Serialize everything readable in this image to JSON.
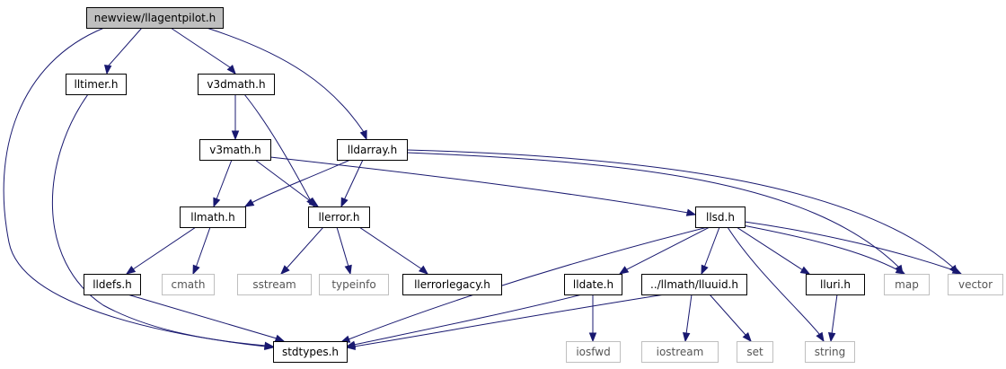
{
  "colors": {
    "root_fill": "#bfbfbf",
    "node_fill": "#ffffff",
    "node_border": "#000000",
    "system_border": "#bfbfbf",
    "system_text": "#555555",
    "edge": "#191970"
  },
  "nodes": [
    {
      "id": "llagentpilot",
      "label": "newview/llagentpilot.h",
      "kind": "root"
    },
    {
      "id": "lltimer",
      "label": "lltimer.h",
      "kind": "header"
    },
    {
      "id": "v3dmath",
      "label": "v3dmath.h",
      "kind": "header"
    },
    {
      "id": "v3math",
      "label": "v3math.h",
      "kind": "header"
    },
    {
      "id": "lldarray",
      "label": "lldarray.h",
      "kind": "header"
    },
    {
      "id": "llmath",
      "label": "llmath.h",
      "kind": "header"
    },
    {
      "id": "llerror",
      "label": "llerror.h",
      "kind": "header"
    },
    {
      "id": "llsd",
      "label": "llsd.h",
      "kind": "header"
    },
    {
      "id": "lldefs",
      "label": "lldefs.h",
      "kind": "header"
    },
    {
      "id": "cmath",
      "label": "cmath",
      "kind": "system"
    },
    {
      "id": "sstream",
      "label": "sstream",
      "kind": "system"
    },
    {
      "id": "typeinfo",
      "label": "typeinfo",
      "kind": "system"
    },
    {
      "id": "llerrorlegacy",
      "label": "llerrorlegacy.h",
      "kind": "header"
    },
    {
      "id": "lldate",
      "label": "lldate.h",
      "kind": "header"
    },
    {
      "id": "lluuid",
      "label": "../llmath/lluuid.h",
      "kind": "header"
    },
    {
      "id": "lluri",
      "label": "lluri.h",
      "kind": "header"
    },
    {
      "id": "map",
      "label": "map",
      "kind": "system"
    },
    {
      "id": "vector",
      "label": "vector",
      "kind": "system"
    },
    {
      "id": "stdtypes",
      "label": "stdtypes.h",
      "kind": "header"
    },
    {
      "id": "iosfwd",
      "label": "iosfwd",
      "kind": "system"
    },
    {
      "id": "iostream",
      "label": "iostream",
      "kind": "system"
    },
    {
      "id": "set",
      "label": "set",
      "kind": "system"
    },
    {
      "id": "string",
      "label": "string",
      "kind": "system"
    }
  ],
  "edges": [
    {
      "from": "llagentpilot",
      "to": "lltimer"
    },
    {
      "from": "llagentpilot",
      "to": "v3dmath"
    },
    {
      "from": "llagentpilot",
      "to": "lldarray"
    },
    {
      "from": "llagentpilot",
      "to": "stdtypes"
    },
    {
      "from": "lltimer",
      "to": "stdtypes"
    },
    {
      "from": "v3dmath",
      "to": "v3math"
    },
    {
      "from": "v3dmath",
      "to": "llerror"
    },
    {
      "from": "v3math",
      "to": "llmath"
    },
    {
      "from": "v3math",
      "to": "llerror"
    },
    {
      "from": "v3math",
      "to": "llsd"
    },
    {
      "from": "lldarray",
      "to": "llmath"
    },
    {
      "from": "lldarray",
      "to": "llerror"
    },
    {
      "from": "lldarray",
      "to": "map"
    },
    {
      "from": "lldarray",
      "to": "vector"
    },
    {
      "from": "llmath",
      "to": "lldefs"
    },
    {
      "from": "llmath",
      "to": "cmath"
    },
    {
      "from": "llerror",
      "to": "sstream"
    },
    {
      "from": "llerror",
      "to": "typeinfo"
    },
    {
      "from": "llerror",
      "to": "llerrorlegacy"
    },
    {
      "from": "lldefs",
      "to": "stdtypes"
    },
    {
      "from": "llsd",
      "to": "stdtypes"
    },
    {
      "from": "llsd",
      "to": "lldate"
    },
    {
      "from": "llsd",
      "to": "lluuid"
    },
    {
      "from": "llsd",
      "to": "lluri"
    },
    {
      "from": "llsd",
      "to": "map"
    },
    {
      "from": "llsd",
      "to": "vector"
    },
    {
      "from": "llsd",
      "to": "string"
    },
    {
      "from": "lldate",
      "to": "stdtypes"
    },
    {
      "from": "lldate",
      "to": "iosfwd"
    },
    {
      "from": "lluuid",
      "to": "stdtypes"
    },
    {
      "from": "lluuid",
      "to": "iostream"
    },
    {
      "from": "lluuid",
      "to": "set"
    },
    {
      "from": "lluri",
      "to": "string"
    }
  ]
}
